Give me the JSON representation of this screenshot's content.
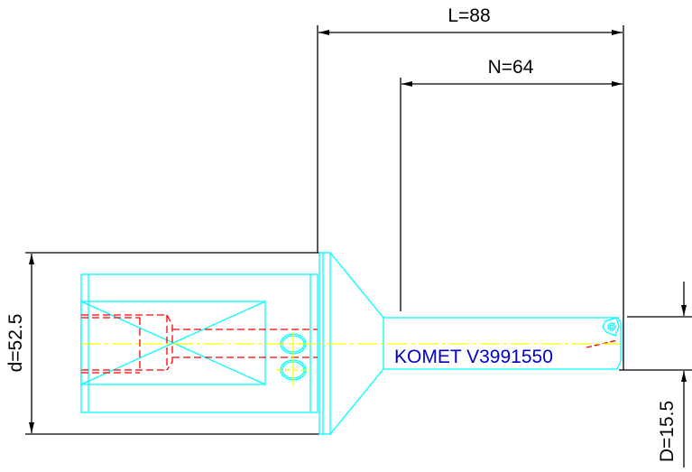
{
  "drawing": {
    "title": "KOMET V3991550",
    "colors": {
      "background": "#ffffff",
      "dimension": "#000000",
      "outline": "#00ffff",
      "hidden": "#ff0000",
      "centerline": "#ffff00",
      "label": "#0000cc"
    },
    "dimensions": {
      "L": {
        "label": "L=88",
        "value": 88
      },
      "N": {
        "label": "N=64",
        "value": 64
      },
      "d": {
        "label": "d=52.5",
        "value": 52.5
      },
      "D": {
        "label": "D=15.5",
        "value": 15.5
      }
    },
    "part_label": "KOMET V3991550"
  }
}
